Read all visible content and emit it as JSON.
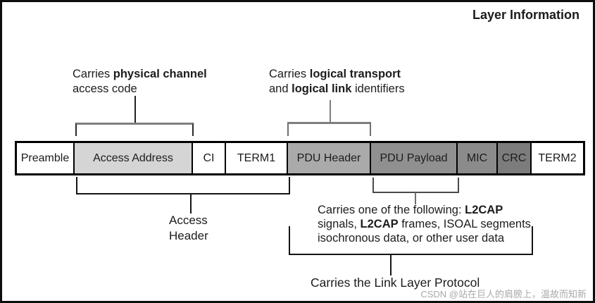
{
  "title": "Layer Information",
  "packet": {
    "fields": [
      {
        "label": "Preamble",
        "bg": "#ffffff"
      },
      {
        "label": "Access Address",
        "bg": "#d5d5d5"
      },
      {
        "label": "CI",
        "bg": "#ffffff"
      },
      {
        "label": "TERM1",
        "bg": "#ffffff"
      },
      {
        "label": "PDU Header",
        "bg": "#aaaaaa"
      },
      {
        "label": "PDU Payload",
        "bg": "#909090"
      },
      {
        "label": "MIC",
        "bg": "#8b8b8b"
      },
      {
        "label": "CRC",
        "bg": "#7c7c7c"
      },
      {
        "label": "TERM2",
        "bg": "#ffffff"
      }
    ]
  },
  "captions": {
    "physical_channel": {
      "t1": "Carries ",
      "b1": "physical channel",
      "line2": "access code"
    },
    "logical": {
      "t1": "Carries ",
      "b1": "logical transport",
      "t2": "and ",
      "b2": "logical link",
      "t3": " identifiers"
    },
    "access_header": {
      "line1": "Access",
      "line2": "Header"
    },
    "payload": {
      "t1": "Carries one of the following: ",
      "b1": "L2CAP",
      "t2": "signals, ",
      "b2": "L2CAP",
      "t3": " frames, ISOAL segments,",
      "line3": "isochronous data, or other user data"
    },
    "link_layer": "Carries the Link Layer Protocol"
  },
  "watermark": "CSDN @站在巨人的肩膀上，温故而知新"
}
